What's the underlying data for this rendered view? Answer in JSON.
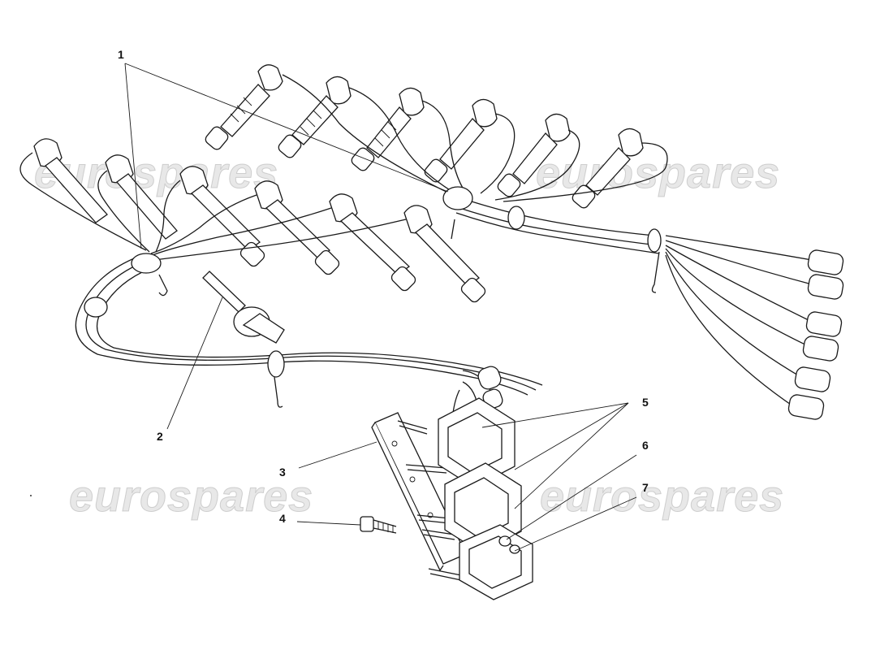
{
  "watermark": {
    "text": "eurospares"
  },
  "callouts": {
    "c1": "1",
    "c2": "2",
    "c3": "3",
    "c4": "4",
    "c5": "5",
    "c6": "6",
    "c7": "7"
  }
}
